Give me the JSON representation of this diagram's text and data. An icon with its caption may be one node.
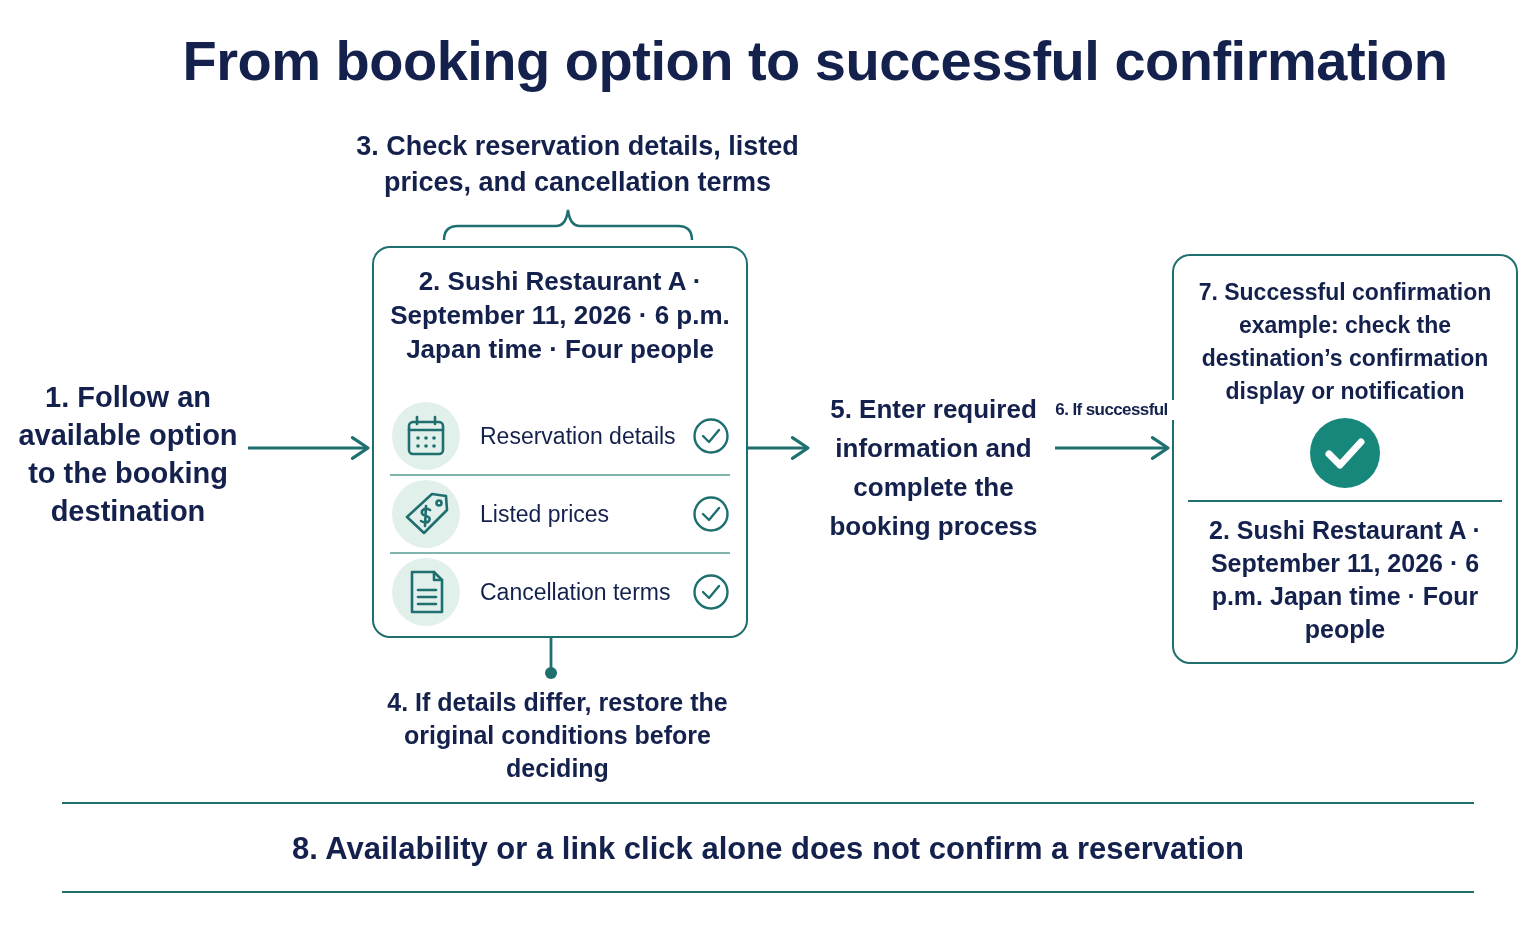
{
  "diagram": {
    "title": "From booking option to successful confirmation",
    "nodes": [
      {
        "text": [
          "1. Follow an available option to the booking destination"
        ]
      },
      {
        "text": [
          "2. Sushi Restaurant A · September 11, 2026 · 6 p.m. Japan time · Four people",
          "Reservation details",
          "Listed prices",
          "Cancellation terms"
        ]
      },
      {
        "text": [
          "5. Enter required information and complete the booking process"
        ]
      },
      {
        "text": [
          "7. Successful confirmation example: check the destination’s confirmation display or notification",
          "2. Sushi Restaurant A · September 11, 2026 · 6 p.m. Japan time · Four people"
        ]
      },
      {
        "text": [
          "4. If details differ, restore the original conditions before deciding"
        ]
      }
    ],
    "edges": [
      {
        "from": 0,
        "to": 1,
        "arrow": "to"
      },
      {
        "from": 1,
        "to": 2,
        "arrow": "to"
      },
      {
        "from": 2,
        "to": 3,
        "arrow": "to",
        "label": "6. If successful"
      },
      {
        "from": 4,
        "to": 1,
        "arrow": "other"
      }
    ],
    "labels": [
      "3. Check reservation details, listed prices, and cancellation terms",
      "8. Availability or a link click alone does not confirm a reservation"
    ]
  }
}
